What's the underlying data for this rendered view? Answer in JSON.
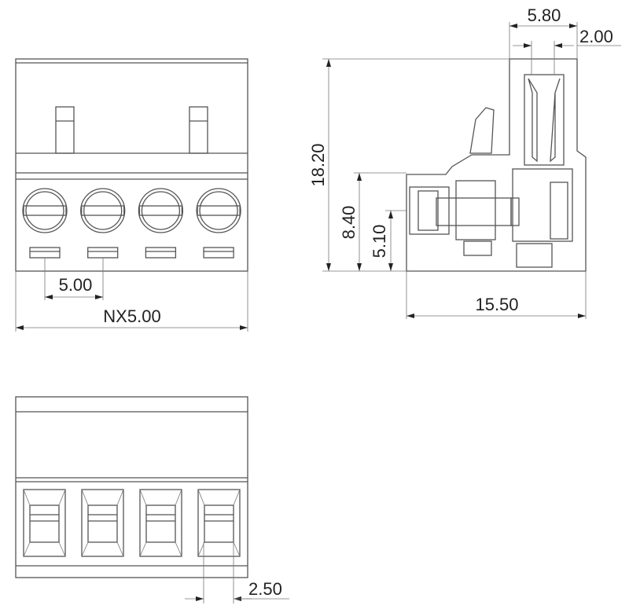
{
  "drawing": {
    "front_view": {
      "pitch_label": "5.00",
      "total_label": "NX5.00",
      "positions": 4
    },
    "side_view": {
      "width_top_label": "5.80",
      "opening_label": "2.00",
      "height_label": "18.20",
      "lower_height_label": "8.40",
      "screw_height_label": "5.10",
      "depth_label": "15.50"
    },
    "bottom_view": {
      "opening_label": "2.50",
      "positions": 4
    },
    "colors": {
      "line": "#555555",
      "text": "#222222"
    }
  }
}
